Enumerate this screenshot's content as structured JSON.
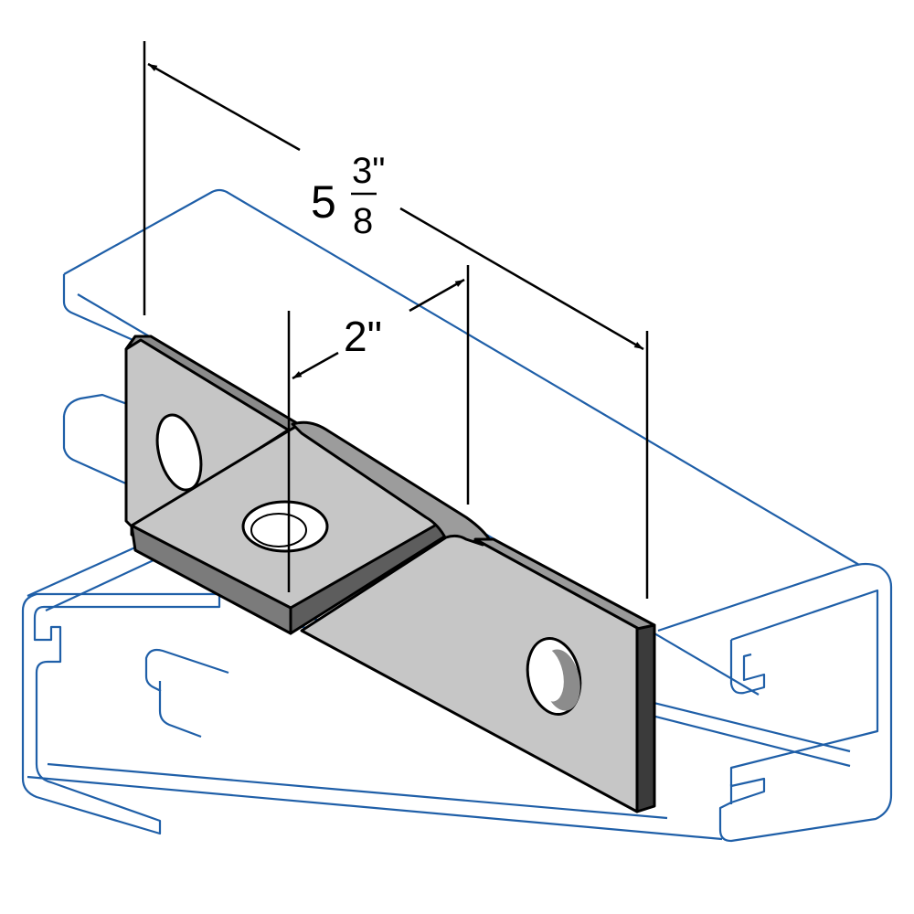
{
  "dimensions": {
    "overall_whole": "5",
    "overall_numerator": "3\"",
    "overall_denominator": "8",
    "offset": "2\""
  },
  "colors": {
    "channel_outline": "#1f5fa8",
    "plate_face": "#c6c6c6",
    "plate_edge": "#7b7b7b",
    "line": "#000000",
    "background": "#ffffff"
  }
}
